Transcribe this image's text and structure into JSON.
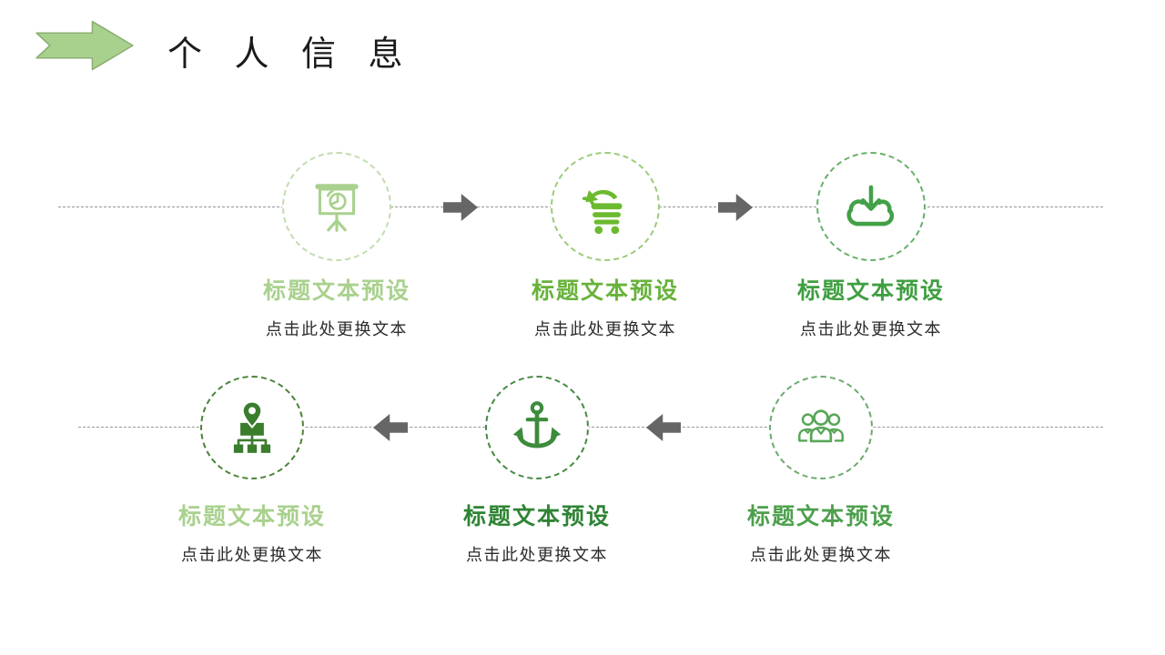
{
  "header": {
    "title": "个 人 信 息",
    "arrow_color": "#a9d18e",
    "arrow_outline": "#8cae71"
  },
  "decor": {
    "line_color": "#969696",
    "flow_arrow_color": "#666666",
    "subtitle_color": "#2b2b2b"
  },
  "items": [
    {
      "icon": "presentation-chart-icon",
      "title": "标题文本预设",
      "subtitle": "点击此处更换文本",
      "icon_color": "#a9d18e",
      "title_color": "#a9d18e",
      "circle_color": "#c2dcae"
    },
    {
      "icon": "shopping-cart-icon",
      "title": "标题文本预设",
      "subtitle": "点击此处更换文本",
      "icon_color": "#6cba2f",
      "title_color": "#68b23a",
      "circle_color": "#9ccb7a"
    },
    {
      "icon": "cloud-download-icon",
      "title": "标题文本预设",
      "subtitle": "点击此处更换文本",
      "icon_color": "#43a047",
      "title_color": "#3f9f41",
      "circle_color": "#66b068"
    },
    {
      "icon": "location-network-icon",
      "title": "标题文本预设",
      "subtitle": "点击此处更换文本",
      "icon_color": "#3a7d2c",
      "title_color": "#a9d18e",
      "circle_color": "#4a8339"
    },
    {
      "icon": "anchor-icon",
      "title": "标题文本预设",
      "subtitle": "点击此处更换文本",
      "icon_color": "#3d8b3d",
      "title_color": "#2f8434",
      "circle_color": "#458943"
    },
    {
      "icon": "people-group-icon",
      "title": "标题文本预设",
      "subtitle": "点击此处更换文本",
      "icon_color": "#57a657",
      "title_color": "#4da04d",
      "circle_color": "#6cab6c"
    }
  ]
}
